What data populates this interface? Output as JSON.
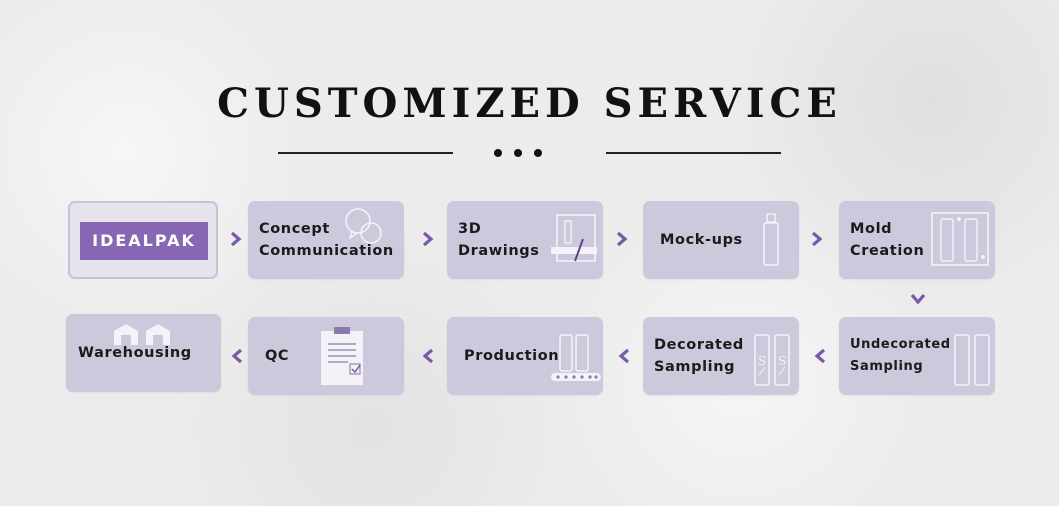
{
  "title": "CUSTOMIZED SERVICE",
  "logo": "IDEALPAK",
  "steps": {
    "concept": {
      "line1": "Concept",
      "line2": "Communication"
    },
    "drawings": {
      "line1": "3D",
      "line2": "Drawings"
    },
    "mockups": {
      "line1": "Mock-ups"
    },
    "mold": {
      "line1": "Mold",
      "line2": "Creation"
    },
    "undecorated": {
      "line1": "Undecorated",
      "line2": "Sampling"
    },
    "decorated": {
      "line1": "Decorated",
      "line2": "Sampling"
    },
    "production": {
      "line1": "Production"
    },
    "qc": {
      "line1": "QC"
    },
    "warehousing": {
      "line1": "Warehousing"
    }
  },
  "colors": {
    "accent": "#8767b4",
    "box": "#cdc8dc",
    "arrow": "#7a5aa8"
  },
  "icons": [
    "speech-bubbles-icon",
    "drawing-tools-icon",
    "bottle-icon",
    "mold-icon",
    "bottles-icon",
    "decorated-bottles-icon",
    "conveyor-bottles-icon",
    "clipboard-icon",
    "warehouse-icon"
  ]
}
